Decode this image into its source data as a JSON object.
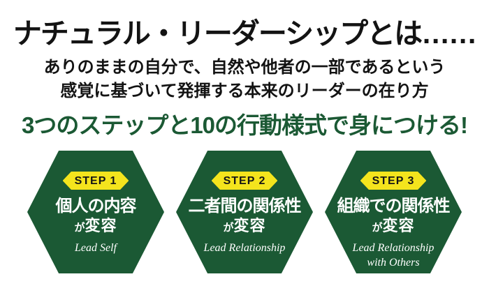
{
  "colors": {
    "background": "#ffffff",
    "green": "#1b5934",
    "badge_yellow": "#f4e41d",
    "text_black": "#131313",
    "text_white": "#ffffff"
  },
  "header": {
    "title": "ナチュラル・リーダーシップとは……",
    "subtitle_line1": "ありのままの自分で、自然や他者の一部であるという",
    "subtitle_line2": "感覚に基づいて発揮する本来のリーダーの在り方",
    "headline": "3つのステップと10の行動様式で身につける!"
  },
  "steps": [
    {
      "badge": "STEP 1",
      "title": "個人の内容",
      "change_particle": "が",
      "change_word": "変容",
      "english": "Lead Self"
    },
    {
      "badge": "STEP 2",
      "title": "二者間の関係性",
      "change_particle": "が",
      "change_word": "変容",
      "english": "Lead Relationship"
    },
    {
      "badge": "STEP 3",
      "title": "組織での関係性",
      "change_particle": "が",
      "change_word": "変容",
      "english": "Lead Relationship\nwith Others"
    }
  ]
}
